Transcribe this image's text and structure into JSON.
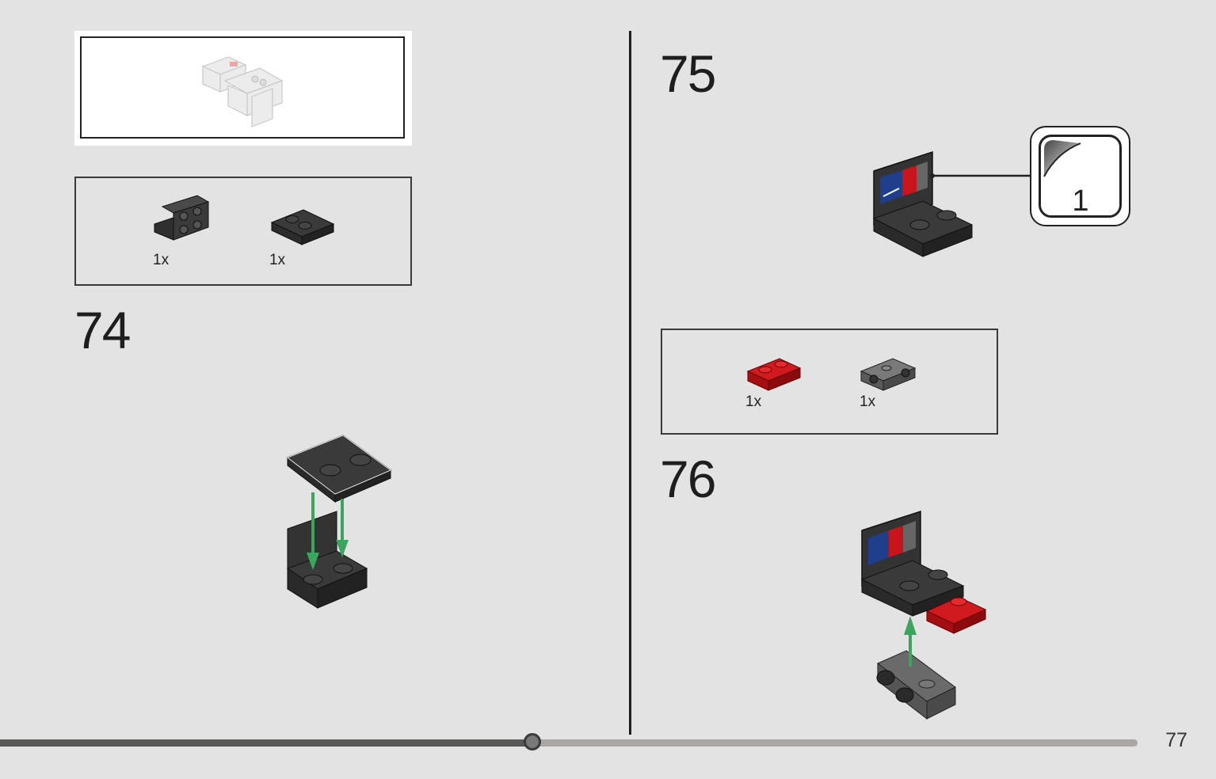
{
  "page": {
    "number": "77"
  },
  "progress": {
    "fraction": 0.468
  },
  "left_column": {
    "preview": {
      "icon": "subassembly-preview-icon"
    },
    "parts": [
      {
        "qty": "1x",
        "icon": "black-bracket-2x2-icon"
      },
      {
        "qty": "1x",
        "icon": "black-plate-2x2-icon"
      }
    ],
    "step": {
      "number": "74"
    }
  },
  "right_column": {
    "step_a": {
      "number": "75",
      "sticker": {
        "number": "1"
      }
    },
    "parts": [
      {
        "qty": "1x",
        "icon": "red-plate-1x2-icon"
      },
      {
        "qty": "1x",
        "icon": "grey-bracket-1x2-icon"
      }
    ],
    "step_b": {
      "number": "76"
    }
  },
  "colors": {
    "background": "#e3e3e3",
    "brick_black": "#2f2f2f",
    "brick_red": "#c8151b",
    "brick_grey": "#6a6a6a",
    "arrow_green": "#3aa55c",
    "sticker_blue": "#1f3f8c"
  }
}
